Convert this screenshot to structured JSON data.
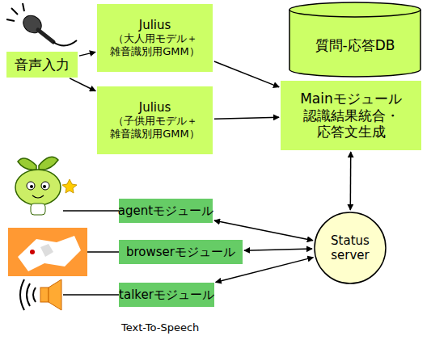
{
  "diagram": {
    "nodes": [
      {
        "text": [
          "音声入力"
        ]
      },
      {
        "text": [
          "Julius",
          "（大人用モデル＋ 雑音識別用GMM）"
        ]
      },
      {
        "text": [
          "Julius",
          "（子供用モデル＋ 雑音識別用GMM）"
        ]
      },
      {
        "text": [
          "質問-応答DB"
        ]
      },
      {
        "text": [
          "Mainモジュール 認識結果統合・ 応答文生成"
        ]
      },
      {
        "text": [
          "agentモジュール"
        ]
      },
      {
        "text": [
          "browserモジュール"
        ]
      },
      {
        "text": [
          "talkerモジュール"
        ]
      },
      {
        "text": [
          "Status server"
        ]
      }
    ],
    "edges": [
      {
        "from": 0,
        "to": 1,
        "arrow": "to"
      },
      {
        "from": 0,
        "to": 2,
        "arrow": "to"
      },
      {
        "from": 1,
        "to": 4,
        "arrow": "to"
      },
      {
        "from": 2,
        "to": 4,
        "arrow": "to"
      },
      {
        "from": 4,
        "to": 8,
        "arrow": "both"
      },
      {
        "from": 5,
        "to": 8,
        "arrow": "both"
      },
      {
        "from": 6,
        "to": 8,
        "arrow": "both"
      },
      {
        "from": 7,
        "to": 8,
        "arrow": "both"
      }
    ],
    "labels": [
      "Text-To-Speech"
    ]
  }
}
